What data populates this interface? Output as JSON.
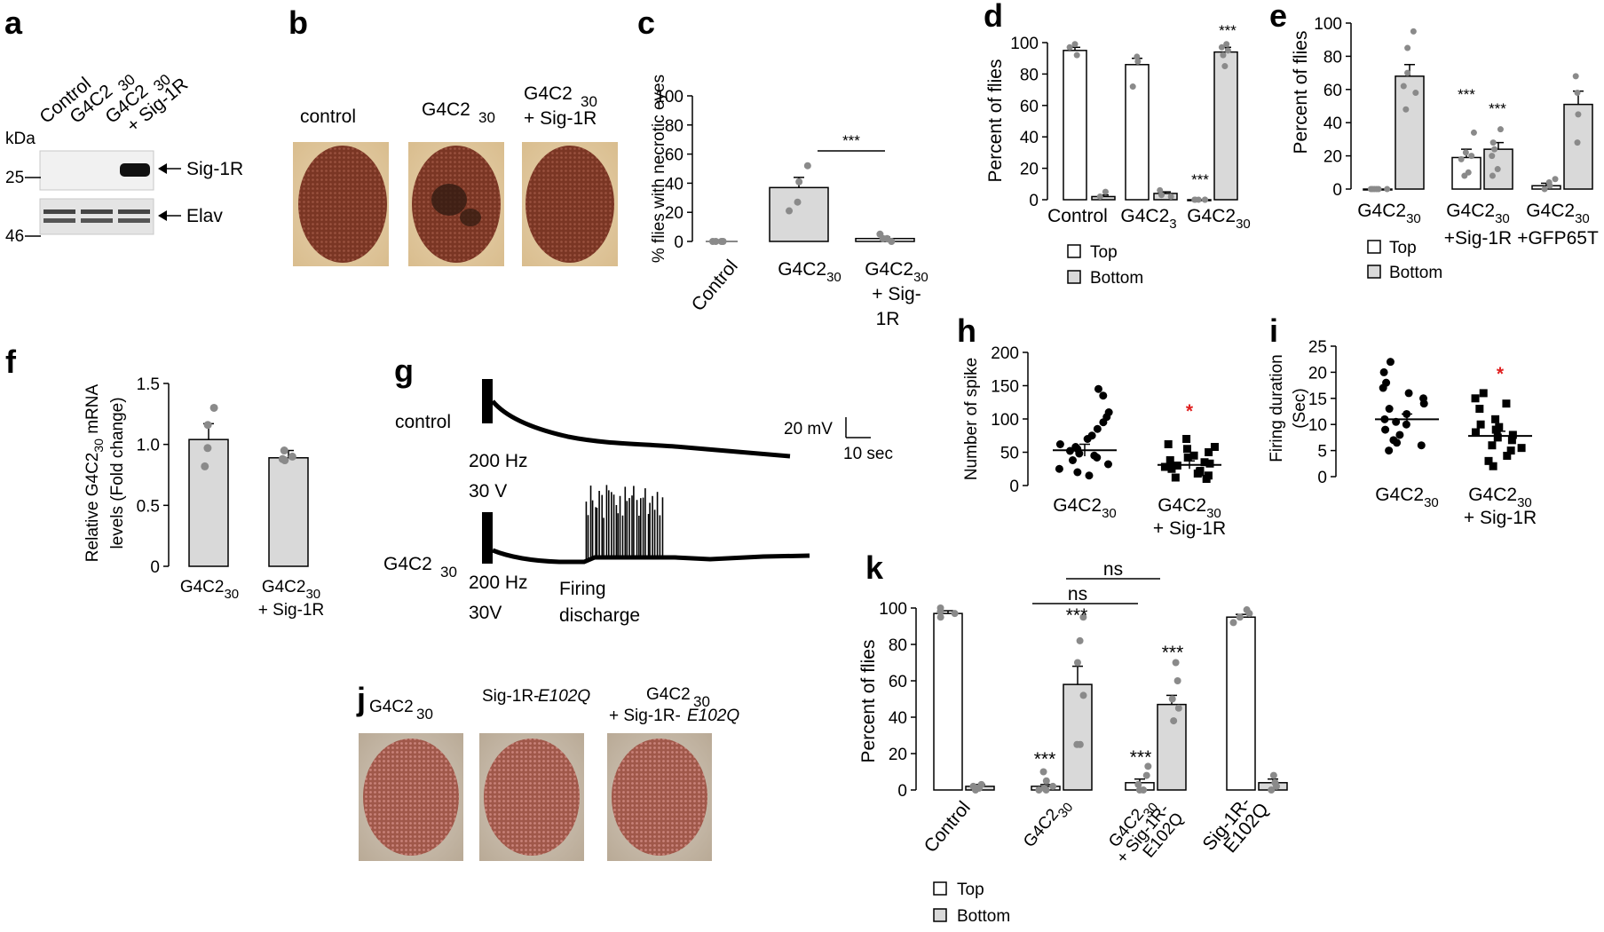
{
  "panels": {
    "a": {
      "label": "a",
      "lanes": [
        "Control",
        "G4C2",
        "G4C2",
        "+ Sig-1R"
      ],
      "lane_subs": [
        "",
        "30",
        "30",
        ""
      ],
      "kda": "kDa",
      "marker_25": "25",
      "marker_46": "46",
      "band_sig1r": "Sig-1R",
      "band_elav": "Elav"
    },
    "b": {
      "label": "b",
      "titles": [
        "control",
        "G4C2",
        "G4C2"
      ],
      "title_subs": [
        "",
        "30",
        "30"
      ],
      "title3_line2": "+ Sig-1R"
    },
    "j": {
      "label": "j",
      "t1": "G4C2",
      "t1_sub": "30",
      "t2_a": "Sig-1R-",
      "t2_b": "E102Q",
      "t3_a": "G4C2",
      "t3_sub": "30",
      "t3_line2_a": "+ Sig-1R-",
      "t3_line2_b": "E102Q"
    },
    "g": {
      "label": "g",
      "control": "control",
      "g4c2": "G4C2",
      "g4c2_sub": "30",
      "stim1": "200 Hz",
      "stim1b": "30 V",
      "stim2": "200 Hz",
      "stim2b": "30V",
      "firing1": "Firing",
      "firing2": "discharge",
      "scale_mv": "20 mV",
      "scale_sec": "10 sec"
    },
    "legend_top": "Top",
    "legend_bottom": "Bottom"
  },
  "chart_data": [
    {
      "panel": "c",
      "type": "bar",
      "ylabel": "% flies with necrotic eyes",
      "ylim": [
        0,
        100
      ],
      "yticks": [
        0,
        20,
        40,
        60,
        80,
        100
      ],
      "categories": [
        "Control",
        "G4C2",
        "G4C2"
      ],
      "cat_subs": [
        "",
        "30",
        "30"
      ],
      "cat3_line2": "+ Sig-",
      "cat3_line3": "1R",
      "values": [
        0,
        37,
        2
      ],
      "errors": [
        0,
        7,
        1
      ],
      "points": [
        [
          0,
          0,
          0,
          0
        ],
        [
          27,
          41,
          21,
          52
        ],
        [
          2,
          2,
          5,
          0
        ]
      ],
      "significance": "***"
    },
    {
      "panel": "d",
      "type": "bar",
      "ylabel": "Percent of flies",
      "ylim": [
        0,
        100
      ],
      "yticks": [
        0,
        20,
        40,
        60,
        80,
        100
      ],
      "categories": [
        "Control",
        "G4C2",
        "G4C2"
      ],
      "cat_subs": [
        "",
        "3",
        "30"
      ],
      "series": [
        {
          "name": "Top",
          "values": [
            95,
            86,
            0
          ],
          "errors": [
            2,
            4,
            0
          ]
        },
        {
          "name": "Bottom",
          "values": [
            2,
            4,
            94
          ],
          "errors": [
            1,
            1,
            3
          ]
        }
      ],
      "points": [
        [
          [
            92,
            97,
            99
          ],
          [
            2,
            5
          ]
        ],
        [
          [
            72,
            88,
            91
          ],
          [
            3,
            6,
            2
          ]
        ],
        [
          [
            0,
            0,
            0,
            0,
            0
          ],
          [
            85,
            99,
            95,
            92,
            97
          ]
        ]
      ],
      "annotations": [
        "***",
        "***"
      ]
    },
    {
      "panel": "e",
      "type": "bar",
      "ylabel": "Percent of flies",
      "ylim": [
        0,
        100
      ],
      "yticks": [
        0,
        20,
        40,
        60,
        80,
        100
      ],
      "categories": [
        "G4C2",
        "G4C2",
        "G4C2"
      ],
      "cat_subs": [
        "30",
        "30",
        "30"
      ],
      "cat_line2": [
        "",
        "+Sig-1R",
        "+GFP65T"
      ],
      "series": [
        {
          "name": "Top",
          "values": [
            0,
            19,
            2
          ],
          "errors": [
            0,
            5,
            1.5
          ]
        },
        {
          "name": "Bottom",
          "values": [
            68,
            24,
            51
          ],
          "errors": [
            7,
            4,
            8
          ]
        }
      ],
      "points": [
        [
          [
            0,
            0,
            0,
            0,
            0,
            0
          ],
          [
            95,
            85,
            70,
            62,
            58,
            48
          ]
        ],
        [
          [
            34,
            22,
            18,
            10,
            8,
            20
          ],
          [
            36,
            28,
            24,
            12,
            8,
            20
          ]
        ],
        [
          [
            0,
            2,
            4,
            6
          ],
          [
            68,
            58,
            45,
            28
          ]
        ]
      ],
      "annotations": [
        "***",
        "***"
      ]
    },
    {
      "panel": "f",
      "type": "bar",
      "ylabel_line1": "Relative G4C2",
      "ylabel_sub": "30",
      "ylabel_line1_end": " mRNA",
      "ylabel_line2": "levels (Fold change)",
      "ylim": [
        0,
        1.5
      ],
      "yticks": [
        "0",
        "0.5",
        "1.0",
        "1.5"
      ],
      "categories": [
        "G4C2",
        "G4C2"
      ],
      "cat_subs": [
        "30",
        "30"
      ],
      "cat2_line2": "+ Sig-1R",
      "values": [
        1.04,
        0.89
      ],
      "errors": [
        0.13,
        0.06
      ],
      "points": [
        [
          1.3,
          1.16,
          0.97,
          0.82
        ],
        [
          0.95,
          0.9,
          0.88,
          0.87
        ]
      ]
    },
    {
      "panel": "h",
      "type": "scatter",
      "ylabel": "Number of spike",
      "ylim": [
        0,
        200
      ],
      "yticks": [
        0,
        50,
        100,
        150,
        200
      ],
      "categories": [
        "G4C2",
        "G4C2"
      ],
      "cat_subs": [
        "30",
        "30"
      ],
      "cat2_line2": "+ Sig-1R",
      "means": [
        53,
        31
      ],
      "sems": [
        9,
        6
      ],
      "points": [
        [
          145,
          135,
          110,
          103,
          95,
          85,
          75,
          70,
          62,
          58,
          55,
          52,
          48,
          45,
          42,
          38,
          32,
          25,
          20,
          15
        ],
        [
          70,
          62,
          58,
          55,
          50,
          45,
          42,
          38,
          35,
          33,
          30,
          28,
          25,
          22,
          20,
          18,
          15,
          12,
          10
        ]
      ],
      "significance": "*"
    },
    {
      "panel": "i",
      "type": "scatter",
      "ylabel": "Firing duration",
      "ylabel2": "(Sec)",
      "ylim": [
        0,
        25
      ],
      "yticks": [
        0,
        5,
        10,
        15,
        20,
        25
      ],
      "categories": [
        "G4C2",
        "G4C2"
      ],
      "cat_subs": [
        "30",
        "30"
      ],
      "cat2_line2": "+ Sig-1R",
      "means": [
        11,
        7.8
      ],
      "sems": [
        1,
        0.9
      ],
      "points": [
        [
          22,
          20,
          18,
          17,
          16,
          15,
          14,
          13,
          12,
          11,
          10.5,
          10,
          9,
          8,
          7,
          6.5,
          6,
          5
        ],
        [
          16,
          15,
          14,
          13,
          11,
          10,
          9.5,
          9,
          8.5,
          8,
          7.5,
          7,
          6,
          5.5,
          5,
          4,
          3,
          2
        ]
      ],
      "significance": "*"
    },
    {
      "panel": "k",
      "type": "bar",
      "ylabel": "Percent of flies",
      "ylim": [
        0,
        100
      ],
      "yticks": [
        0,
        20,
        40,
        60,
        80,
        100
      ],
      "categories": [
        "Control",
        "G4C2",
        "G4C2",
        "Sig-1R-"
      ],
      "cat_subs": [
        "",
        "30",
        "30",
        ""
      ],
      "cat_line2": [
        "",
        "",
        "+ Sig-1R-",
        "E102Q"
      ],
      "cat_line3": [
        "",
        "",
        "E102Q",
        ""
      ],
      "series": [
        {
          "name": "Top",
          "values": [
            97,
            2,
            4,
            95
          ],
          "errors": [
            1.5,
            1,
            2,
            1.5
          ]
        },
        {
          "name": "Bottom",
          "values": [
            2,
            58,
            47,
            4
          ],
          "errors": [
            1,
            10,
            5,
            2
          ]
        }
      ],
      "points": [
        [
          [
            100,
            97,
            95,
            98
          ],
          [
            0,
            1,
            2,
            3,
            1
          ]
        ],
        [
          [
            10,
            5,
            2,
            0,
            1,
            0
          ],
          [
            95,
            82,
            70,
            52,
            25,
            25
          ]
        ],
        [
          [
            13,
            8,
            3,
            0,
            0
          ],
          [
            70,
            60,
            50,
            45,
            38
          ]
        ],
        [
          [
            99,
            95,
            92,
            97
          ],
          [
            8,
            4,
            0,
            2
          ]
        ]
      ],
      "annotations": [
        "***",
        "***",
        "***",
        "***"
      ],
      "comparisons": [
        "ns",
        "ns"
      ]
    }
  ]
}
